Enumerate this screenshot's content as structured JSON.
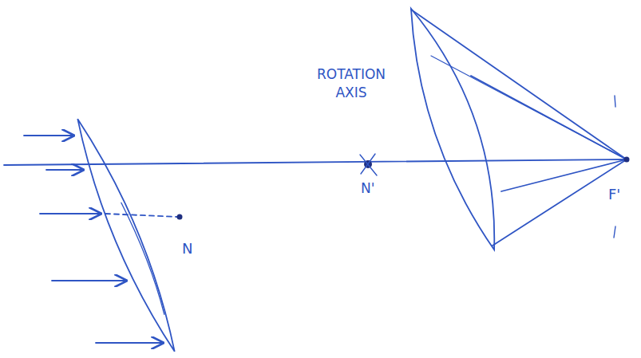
{
  "diagram": {
    "labels": [
      "ROTATION AXIS",
      "N",
      "N'",
      "F'"
    ]
  }
}
